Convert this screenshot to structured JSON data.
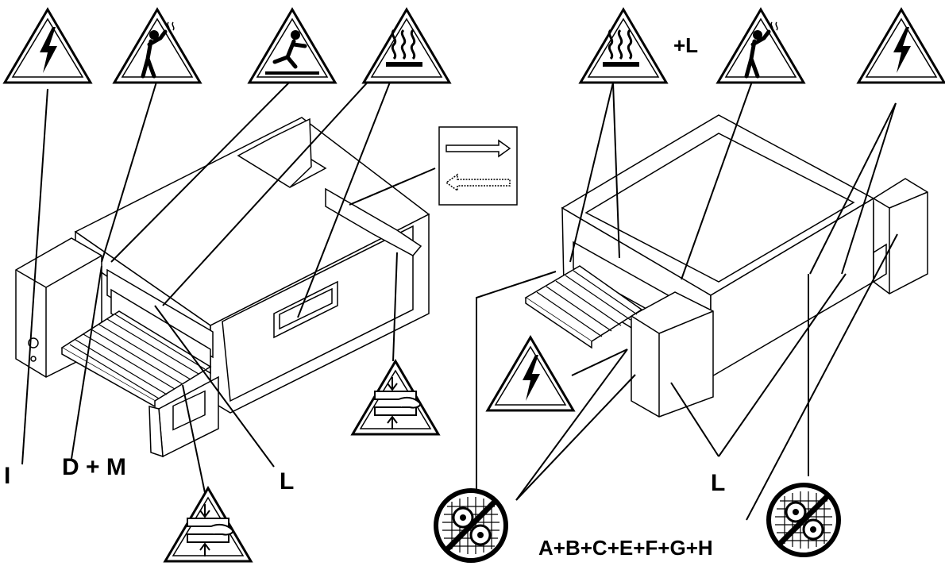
{
  "labels": {
    "i": "I",
    "dm": "D + M",
    "l_left": "L",
    "plus_l": "+L",
    "l_right": "L",
    "abc": "A+B+C+E+F+G+H"
  },
  "icons": [
    "electric-hazard-icon",
    "hot-vapour-burn-icon",
    "slip-hazard-icon",
    "hot-surface-icon",
    "conveyor-direction-icon",
    "hand-crush-icon",
    "no-fan-access-icon"
  ],
  "colors": {
    "line": "#000000",
    "background": "#ffffff"
  }
}
